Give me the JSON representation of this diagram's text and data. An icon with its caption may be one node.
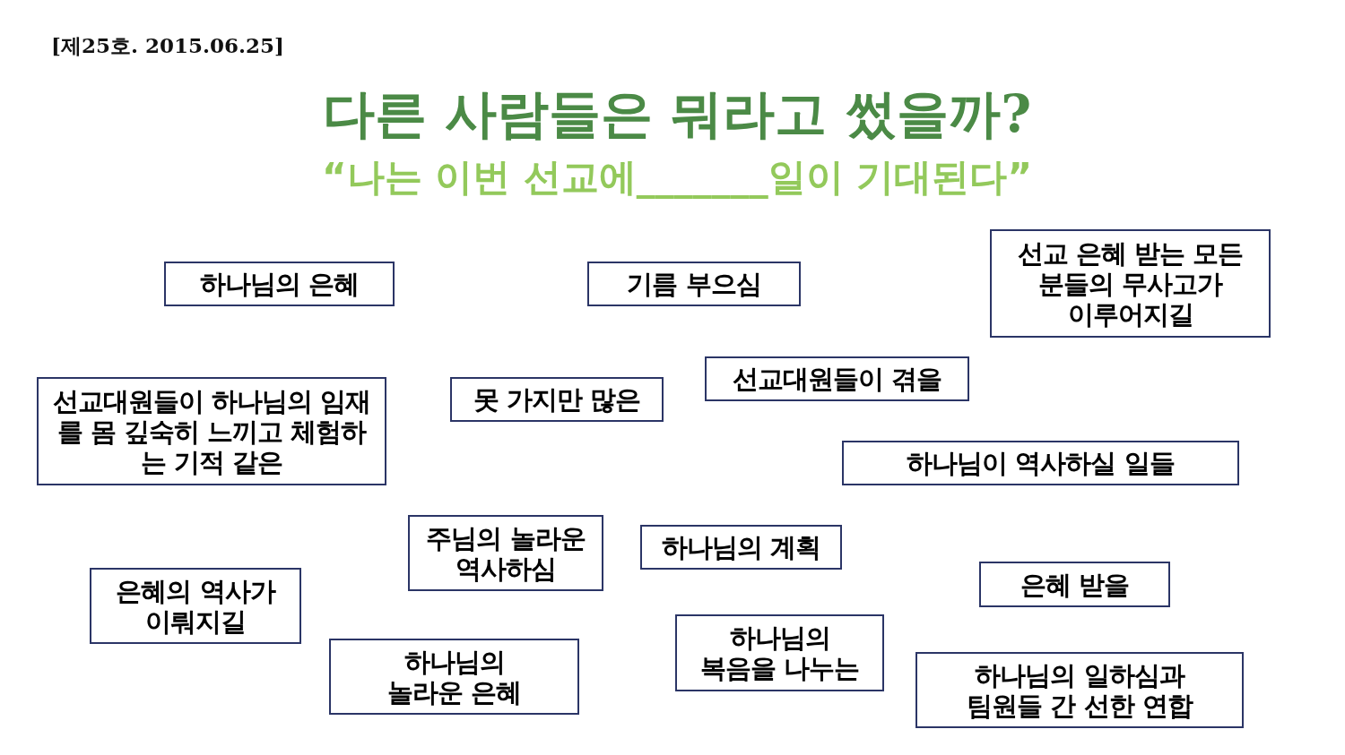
{
  "diagram": {
    "title": "다른 사람들은 뭐라고 썼을까?",
    "nodes": [
      {
        "text": [
          "하나님의 은혜"
        ]
      },
      {
        "text": [
          "기름 부으심"
        ]
      },
      {
        "text": [
          "선교 은혜 받는 모든 분들의 무사고가 이루어지길"
        ]
      },
      {
        "text": [
          "선교대원들이 겪을"
        ]
      },
      {
        "text": [
          "선교대원들이 하나님의 임재를 몸 깊숙히 느끼고 체험하는 기적 같은"
        ]
      },
      {
        "text": [
          "못 가지만 많은"
        ]
      },
      {
        "text": [
          "하나님이 역사하실 일들"
        ]
      },
      {
        "text": [
          "주님의 놀라운 역사하심"
        ]
      },
      {
        "text": [
          "하나님의 계획"
        ]
      },
      {
        "text": [
          "은혜 받을"
        ]
      },
      {
        "text": [
          "은혜의 역사가 이뤄지길"
        ]
      },
      {
        "text": [
          "하나님의 복음을 나누는"
        ]
      },
      {
        "text": [
          "하나님의 놀라운 은혜"
        ]
      },
      {
        "text": [
          "하나님의 일하심과 팀원들 간 선한 연합"
        ]
      }
    ],
    "labels": [
      "[제25호. 2015.06.25]",
      "“나는 이번 선교에_______일이 기대된다”"
    ]
  }
}
